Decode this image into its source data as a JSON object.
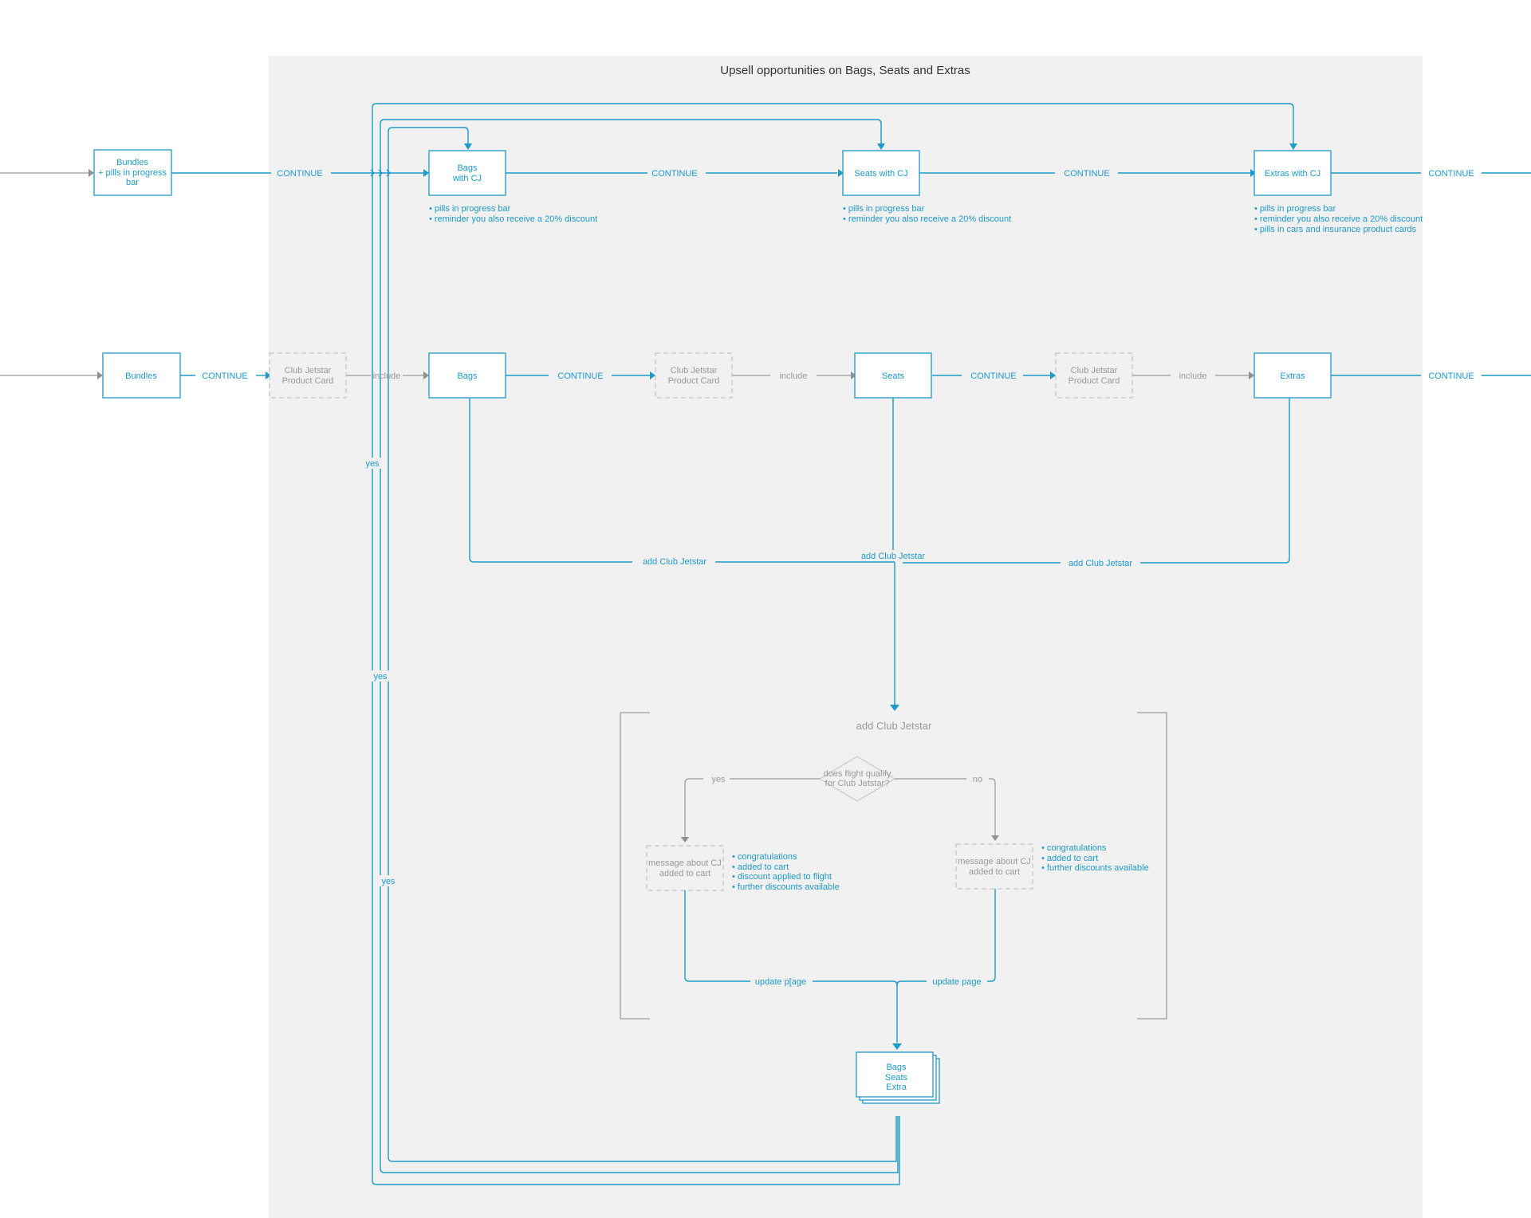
{
  "panel": {
    "title": "Upsell opportunities on Bags, Seats and Extras"
  },
  "top_row": {
    "bundles": [
      "Bundles",
      "+ pills in progress",
      "bar"
    ],
    "bags": [
      "Bags",
      "with CJ"
    ],
    "seats": "Seats with CJ",
    "extras": "Extras with CJ",
    "continue_label": "CONTINUE",
    "bags_notes": [
      "• pills in progress bar",
      "• reminder you also receive a 20% discount"
    ],
    "seats_notes": [
      "• pills in progress bar",
      "• reminder you also receive a 20% discount"
    ],
    "extras_notes": [
      "• pills in progress bar",
      "• reminder you also receive a 20% discount",
      "• pills in cars and insurance product cards"
    ]
  },
  "middle_row": {
    "bundles": "Bundles",
    "club_card": [
      "Club Jetstar",
      "Product Card"
    ],
    "bags": "Bags",
    "seats": "Seats",
    "extras": "Extras",
    "continue_label": "CONTINUE",
    "include_label": "include"
  },
  "connectors": {
    "add_club_jetstar": "add Club Jetstar",
    "yes": "yes",
    "no": "no",
    "update_page_left": "update p[age",
    "update_page_right": "update page"
  },
  "subprocess": {
    "title": "add Club Jetstar",
    "decision": [
      "does flight qualify",
      "for Club Jetstar?"
    ],
    "message": [
      "message about CJ",
      "added to cart"
    ],
    "yes_notes": [
      "• congratulations",
      "• added to cart",
      "• discount applied to flight",
      "• further discounts available"
    ],
    "no_notes": [
      "• congratulations",
      "• added to cart",
      "• further discounts available"
    ],
    "result": [
      "Bags",
      "Seats",
      "Extra"
    ]
  },
  "colors": {
    "accent": "#1d9ac9",
    "muted": "#999999",
    "panel": "#f1f1f1"
  }
}
